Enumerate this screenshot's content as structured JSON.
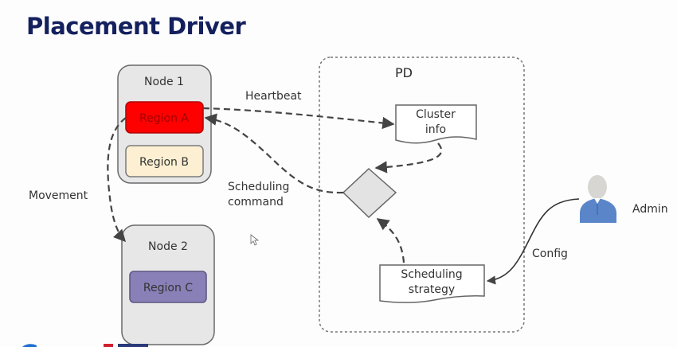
{
  "title": "Placement Driver",
  "nodes": [
    {
      "label": "Node 1",
      "regions": [
        {
          "label": "Region A",
          "fill": "#ff0000",
          "stroke": "#b00000",
          "text_color": "#a40000"
        },
        {
          "label": "Region B",
          "fill": "#fdf0d2",
          "stroke": "#7a7a7a",
          "text_color": "#333333"
        }
      ]
    },
    {
      "label": "Node 2",
      "regions": [
        {
          "label": "Region C",
          "fill": "#8a80b8",
          "stroke": "#5a5580",
          "text_color": "#333333"
        }
      ]
    }
  ],
  "pd": {
    "label": "PD",
    "cluster_info": [
      "Cluster",
      "info"
    ],
    "scheduling_strategy": [
      "Scheduling",
      "strategy"
    ]
  },
  "edges": {
    "heartbeat": "Heartbeat",
    "scheduling_command": [
      "Scheduling",
      "command"
    ],
    "movement": "Movement",
    "config": "Config"
  },
  "actor": {
    "label": "Admin",
    "icon": "user-icon",
    "body_color": "#5a86c9",
    "head_color": "#d7d6d2"
  },
  "colors": {
    "title": "#14205e",
    "node_fill": "#e7e7e7",
    "node_stroke": "#6a6a6a",
    "arrow": "#444444"
  }
}
